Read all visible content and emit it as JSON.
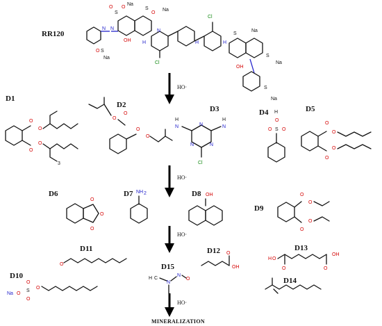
{
  "title_compound": "RR120",
  "labels": {
    "d1": "D1",
    "d2": "D2",
    "d3": "D3",
    "d4": "D4",
    "d5": "D5",
    "d6": "D6",
    "d7": "D7",
    "d8": "D8",
    "d9": "D9",
    "d10": "D10",
    "d11": "D11",
    "d12": "D12",
    "d13": "D13",
    "d14": "D14",
    "d15": "D15"
  },
  "reagent": "HO·",
  "final_product": "MINERALIZATION",
  "atoms": {
    "na": "Na",
    "s": "S",
    "o": "O",
    "oh": "OH",
    "h": "H",
    "n": "N",
    "cl": "Cl",
    "nh2": "NH",
    "h2": "2",
    "h3c": "H",
    "three": "3",
    "c": "C",
    "na_plus": "Na"
  },
  "colors": {
    "oxygen": "#d40000",
    "nitrogen": "#2222cc",
    "sulfur": "#d4b000",
    "chlorine": "#138a13"
  }
}
